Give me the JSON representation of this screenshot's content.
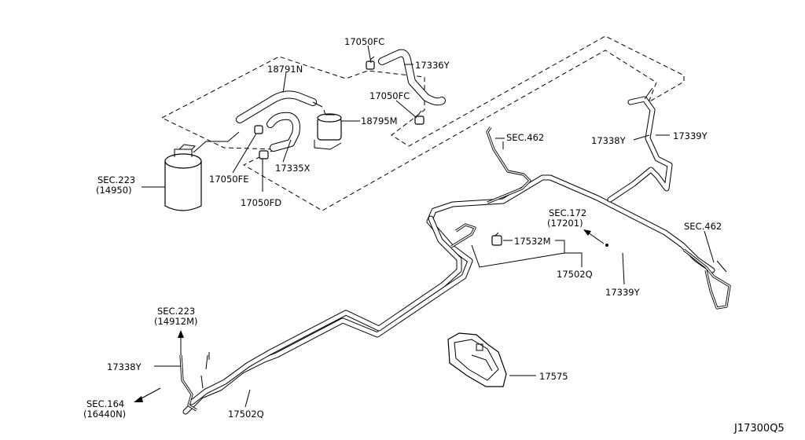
{
  "diagram_code": "J17300Q5",
  "labels": {
    "p17050fc_top": "17050FC",
    "p17336y": "17336Y",
    "p18791n": "18791N",
    "p17050fc_mid": "17050FC",
    "p18795m": "18795M",
    "sec223_a": "SEC.223",
    "sec223_a_ref": "(14950)",
    "p17050fe": "17050FE",
    "p17335x": "17335X",
    "p17050fd": "17050FD",
    "sec462_a": "SEC.462",
    "p17338y_right": "17338Y",
    "p17339y_top": "17339Y",
    "sec172": "SEC.172",
    "sec172_ref": "(17201)",
    "sec462_b": "SEC.462",
    "p17532m": "17532M",
    "p17502q_right": "17502Q",
    "p17339y_bottom": "17339Y",
    "sec223_b": "SEC.223",
    "sec223_b_ref": "(14912M)",
    "p17338y_left": "17338Y",
    "p17575": "17575",
    "sec164": "SEC.164",
    "sec164_ref": "(16440N)",
    "p17502q_bottom": "17502Q"
  }
}
